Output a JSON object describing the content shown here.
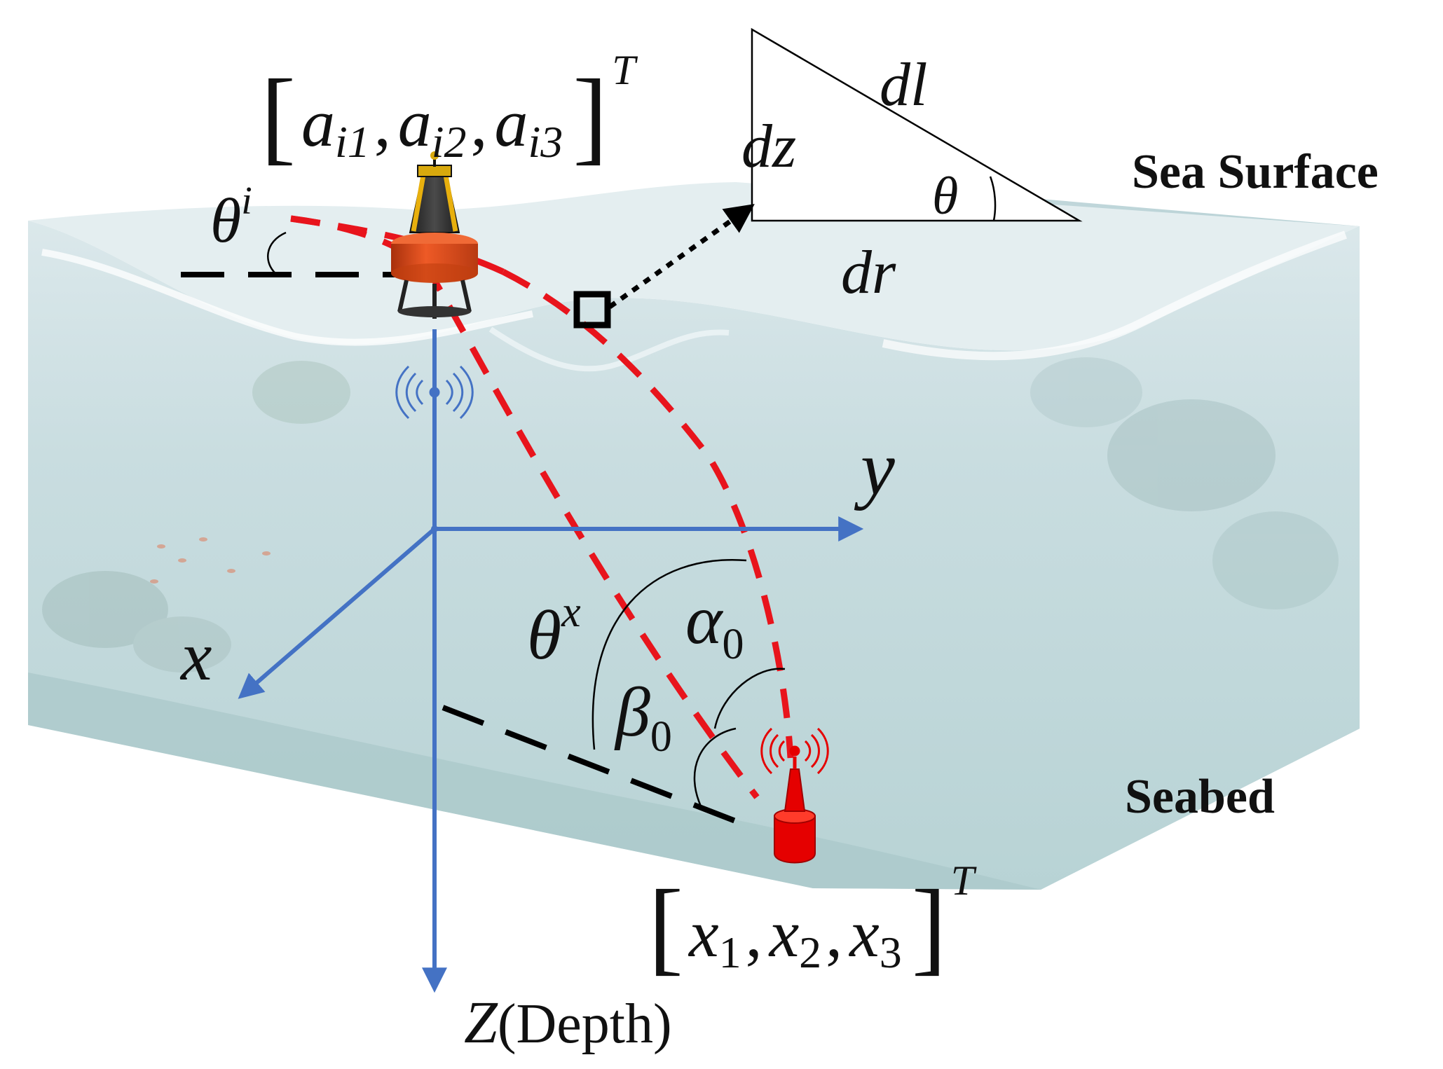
{
  "labels": {
    "buoy_coord": {
      "open_bracket": "[",
      "a1_base": "a",
      "a1_sub": "i1",
      "comma1": ",",
      "a2_base": "a",
      "a2_sub": "i2",
      "comma2": ",",
      "a3_base": "a",
      "a3_sub": "i3",
      "close_bracket": "]",
      "transpose": "T"
    },
    "transponder_coord": {
      "open_bracket": "[",
      "x1_base": "x",
      "x1_sub": "1",
      "comma1": ",",
      "x2_base": "x",
      "x2_sub": "2",
      "comma2": ",",
      "x3_base": "x",
      "x3_sub": "3",
      "close_bracket": "]",
      "transpose": "T"
    },
    "triangle": {
      "dl": "dl",
      "dz": "dz",
      "dr": "dr",
      "theta": "θ"
    },
    "sea_surface": "Sea Surface",
    "seabed": "Seabed",
    "theta_i_base": "θ",
    "theta_i_sup": "i",
    "theta_x_base": "θ",
    "theta_x_sup": "x",
    "alpha_base": "α",
    "alpha_sub": "0",
    "beta_base": "β",
    "beta_sub": "0",
    "axis_x": "x",
    "axis_y": "y",
    "axis_z_var": "Z",
    "axis_z_note": "(Depth)"
  },
  "colors": {
    "axis_blue": "#4472C4",
    "ray_red": "#E8141C",
    "transponder_red": "#E50000",
    "buoy_orange": "#E0471A",
    "water_top": "#cfe0e4",
    "water_bottom": "#bcd6d9",
    "line_black": "#000000"
  },
  "icons": {
    "buoy": "buoy-icon",
    "transponder": "transponder-icon",
    "signal_blue": "signal-wave-icon",
    "signal_red": "signal-wave-icon"
  }
}
